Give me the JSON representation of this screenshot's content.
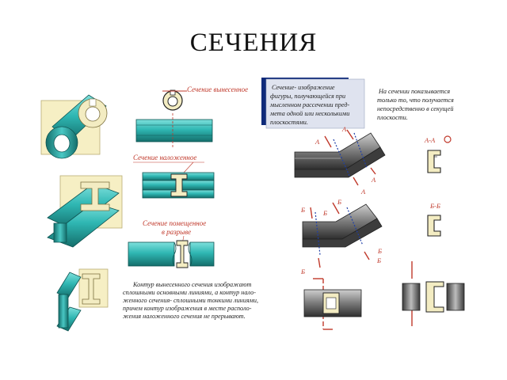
{
  "title": "СЕЧЕНИЯ",
  "labels": {
    "removed": "Сечение вынесенное",
    "superimposed": "Сечение наложенное",
    "in_break_line1": "Сечение помещенное",
    "in_break_line2": "в разрыве"
  },
  "definition": {
    "lines": [
      "Сечение- изображение",
      "фигуры, получающейся при",
      "мысленном рассечении пред-",
      "мета одной или несколькими",
      "плоскостями."
    ]
  },
  "note_top": {
    "lines": [
      "На сечении показывается",
      "только то, что получается",
      "непосредственно в секущей",
      "плоскости."
    ]
  },
  "note_bottom": {
    "lines": [
      "Контур вынесенного сечения изображают",
      "сплошными основными линиями, а контур нало-",
      "женного сечения- сплошными тонкими линиями,",
      "причем контур изображения в месте располо-",
      "жения наложенного сечения не прерывают."
    ]
  },
  "section_marks": {
    "a": "А",
    "b": "Б",
    "aa": "А-А",
    "bb": "Б-Б"
  },
  "colors": {
    "teal": "#2fb7b3",
    "teal_dark": "#177f7c",
    "cream": "#f3ecc2",
    "red": "#c0392b",
    "grey_dark": "#555555",
    "definition_bg": "#dfe3ef"
  }
}
